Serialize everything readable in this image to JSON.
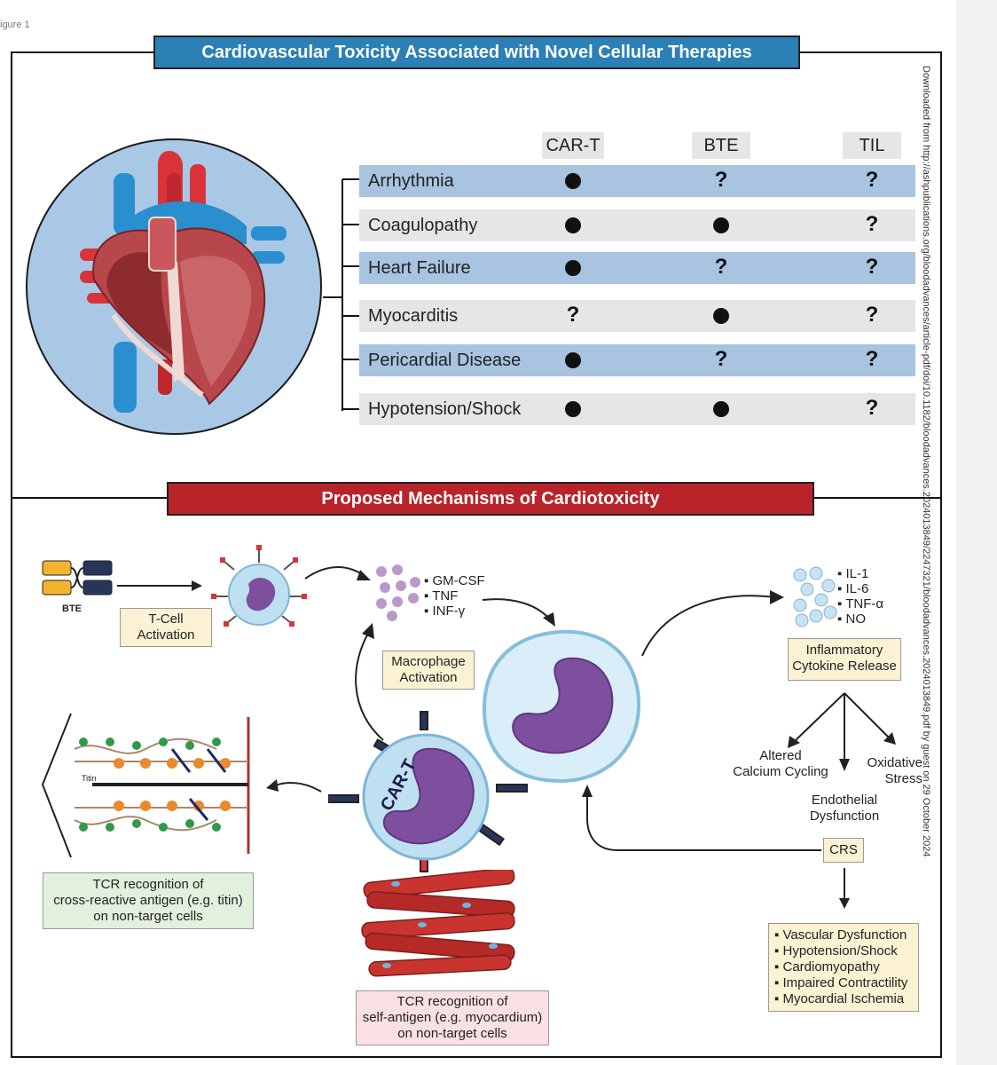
{
  "page": {
    "corner_label": "igure 1",
    "watermark": "Downloaded from http://ashpublications.org/bloodadvances/article-pdf/doi/10.1182/bloodadvances.2024013849/2247321/bloodadvances.2024013849.pdf by guest on 29 October 2024"
  },
  "top": {
    "title": "Cardiovascular Toxicity Associated with Novel Cellular Therapies",
    "columns": [
      "CAR-T",
      "BTE",
      "TIL"
    ],
    "rows": [
      {
        "label": "Arrhythmia",
        "values": [
          "dot",
          "?",
          "?"
        ]
      },
      {
        "label": "Coagulopathy",
        "values": [
          "dot",
          "dot",
          "?"
        ]
      },
      {
        "label": "Heart Failure",
        "values": [
          "dot",
          "?",
          "?"
        ]
      },
      {
        "label": "Myocarditis",
        "values": [
          "?",
          "dot",
          "?"
        ]
      },
      {
        "label": "Pericardial Disease",
        "values": [
          "dot",
          "?",
          "?"
        ]
      },
      {
        "label": "Hypotension/Shock",
        "values": [
          "dot",
          "dot",
          "?"
        ]
      }
    ],
    "colors": {
      "banner": "#2b80b6",
      "row_blue": "#a8c4e0",
      "row_grey": "#e6e6e6"
    }
  },
  "bottom": {
    "title": "Proposed Mechanisms of Cardiotoxicity",
    "bte_label": "BTE",
    "tcell_activation": [
      "T-Cell",
      "Activation"
    ],
    "cytokines_left": [
      "GM-CSF",
      "TNF",
      "INF-γ"
    ],
    "macrophage_activation": [
      "Macrophage",
      "Activation"
    ],
    "cytokines_right": [
      "IL-1",
      "IL-6",
      "TNF-α",
      "NO"
    ],
    "inflammatory_release": [
      "Inflammatory",
      "Cytokine Release"
    ],
    "car_t_label": "CAR-T",
    "titin_label": "Titin",
    "effects": {
      "calcium": [
        "Altered",
        "Calcium Cycling"
      ],
      "endothelial": [
        "Endothelial",
        "Dysfunction"
      ],
      "oxidative": [
        "Oxidative",
        "Stress"
      ]
    },
    "crs_label": "CRS",
    "crs_outcomes": [
      "Vascular Dysfunction",
      "Hypotension/Shock",
      "Cardiomyopathy",
      "Impaired Contractility",
      "Myocardial Ischemia"
    ],
    "tcr_cross": [
      "TCR recognition of",
      "cross-reactive antigen (e.g. titin)",
      "on non-target cells"
    ],
    "tcr_self": [
      "TCR recognition of",
      "self-antigen (e.g. myocardium)",
      "on non-target cells"
    ],
    "colors": {
      "banner": "#b9242b",
      "cell_purple": "#7d4f9e",
      "cell_membrane": "#bfe0f0"
    }
  }
}
